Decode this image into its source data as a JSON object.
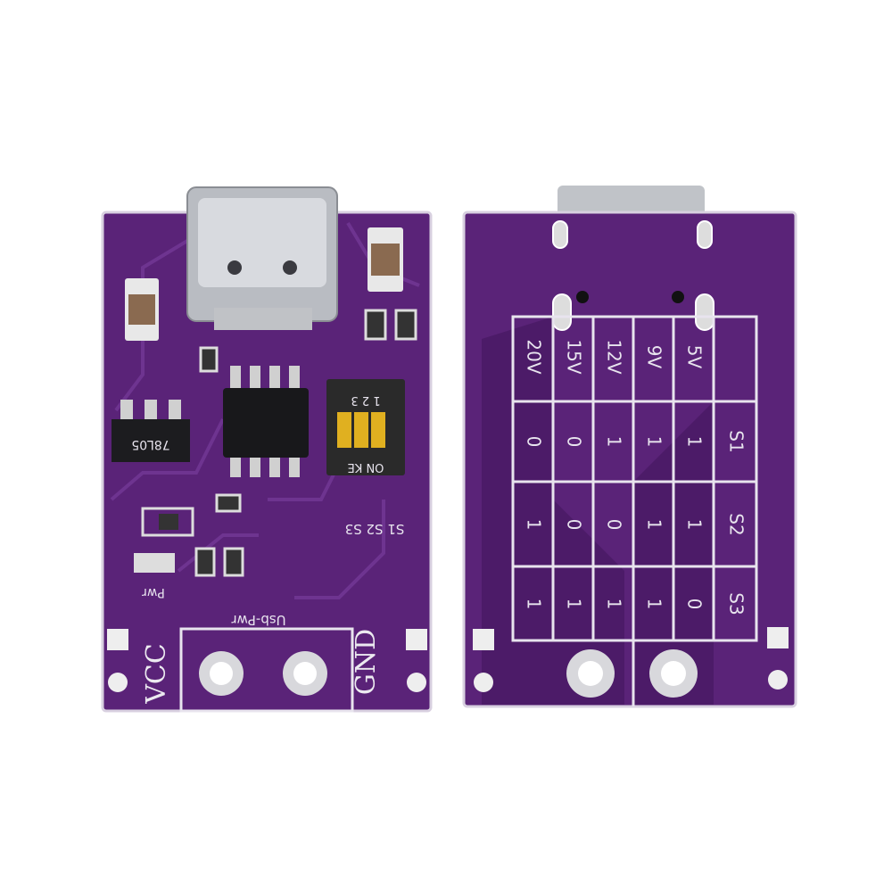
{
  "colors": {
    "pcb": "#5a2378",
    "pcb_dark": "#45165e",
    "trace": "#6b2e8c",
    "silk": "#e8e4ee",
    "metal": "#c9cbcf",
    "switch": "#e0b020"
  },
  "left_board": {
    "regulator_marking": "78L05",
    "dip_switch_marking": "ON KE",
    "dip_switch_numbers": [
      "1",
      "2",
      "3"
    ],
    "switch_labels": "S1 S2 S3",
    "led_label": "Pwr",
    "usb_label": "Usb-Pwr",
    "vcc_label": "VCC",
    "gnd_label": "GND"
  },
  "right_board": {
    "table": {
      "voltages": [
        "20V",
        "15V",
        "12V",
        "9V",
        "5V"
      ],
      "rows": [
        {
          "switch": "S1",
          "values": [
            "0",
            "0",
            "1",
            "1",
            "1"
          ]
        },
        {
          "switch": "S2",
          "values": [
            "1",
            "0",
            "0",
            "1",
            "1"
          ]
        },
        {
          "switch": "S3",
          "values": [
            "1",
            "1",
            "1",
            "1",
            "0"
          ]
        }
      ]
    }
  }
}
